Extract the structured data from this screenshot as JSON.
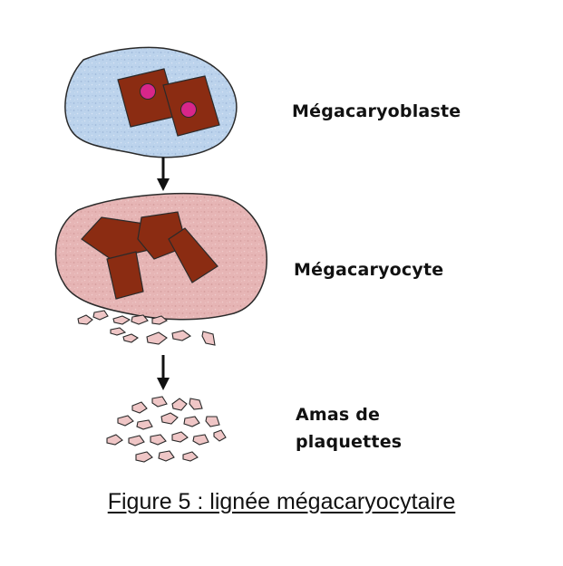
{
  "stages": [
    {
      "label": "Mégacaryoblaste"
    },
    {
      "label": "Mégacaryocyte"
    },
    {
      "label_line1": "Amas de",
      "label_line2": "plaquettes"
    }
  ],
  "caption": "Figure 5 : lignée mégacaryocytaire",
  "colors": {
    "blast_cytoplasm": "#bcd3ec",
    "cyte_cytoplasm": "#e6b5b5",
    "nucleus": "#8b2c12",
    "nucleolus": "#d8268a",
    "platelet": "#efc6c6",
    "outline": "#2a2a2a"
  }
}
